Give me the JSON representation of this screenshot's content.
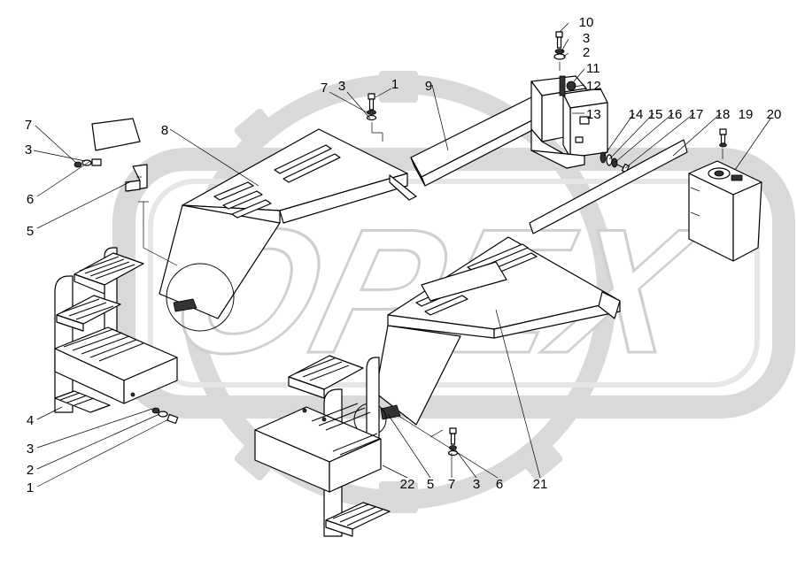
{
  "watermark": {
    "text": "OPEX",
    "color": "#d9d9d9"
  },
  "callouts": [
    {
      "id": "c10a",
      "text": "10"
    },
    {
      "id": "c3a",
      "text": "3"
    },
    {
      "id": "c2a",
      "text": "2"
    },
    {
      "id": "c11",
      "text": "11"
    },
    {
      "id": "c12",
      "text": "12"
    },
    {
      "id": "c9",
      "text": "9"
    },
    {
      "id": "c13",
      "text": "13"
    },
    {
      "id": "c14",
      "text": "14"
    },
    {
      "id": "c15",
      "text": "15"
    },
    {
      "id": "c16",
      "text": "16"
    },
    {
      "id": "c17",
      "text": "17"
    },
    {
      "id": "c18",
      "text": "18"
    },
    {
      "id": "c19",
      "text": "19"
    },
    {
      "id": "c20",
      "text": "20"
    },
    {
      "id": "c7a",
      "text": "7"
    },
    {
      "id": "c3b",
      "text": "3"
    },
    {
      "id": "c1a",
      "text": "1"
    },
    {
      "id": "c8",
      "text": "8"
    },
    {
      "id": "c7b",
      "text": "7"
    },
    {
      "id": "c3c",
      "text": "3"
    },
    {
      "id": "c6a",
      "text": "6"
    },
    {
      "id": "c5a",
      "text": "5"
    },
    {
      "id": "c4",
      "text": "4"
    },
    {
      "id": "c3d",
      "text": "3"
    },
    {
      "id": "c2b",
      "text": "2"
    },
    {
      "id": "c1b",
      "text": "1"
    },
    {
      "id": "c22",
      "text": "22"
    },
    {
      "id": "c5b",
      "text": "5"
    },
    {
      "id": "c7c",
      "text": "7"
    },
    {
      "id": "c3e",
      "text": "3"
    },
    {
      "id": "c6b",
      "text": "6"
    },
    {
      "id": "c21",
      "text": "21"
    }
  ]
}
